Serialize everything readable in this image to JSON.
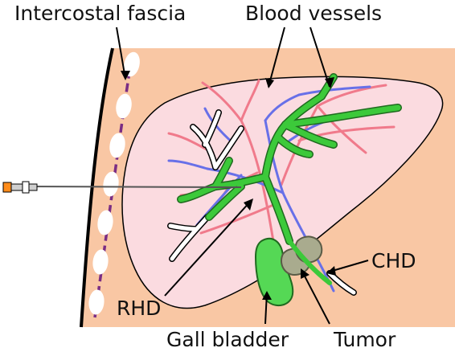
{
  "labels": {
    "intercostal_fascia": "Intercostal fascia",
    "blood_vessels": "Blood vessels",
    "chd": "CHD",
    "rhd": "RHD",
    "gall_bladder": "Gall bladder",
    "tumor": "Tumor"
  },
  "colors": {
    "skin": "#f9c7a4",
    "liver": "#fbdbe0",
    "artery": "#f07a8b",
    "vein": "#6870e8",
    "bile_duct": "#3cc93a",
    "gall_bladder": "#55d855",
    "tumor": "#a9ab8e",
    "rib": "#ffffff",
    "fascia": "#7a2d84",
    "needle_tip": "#ff8c1a"
  }
}
